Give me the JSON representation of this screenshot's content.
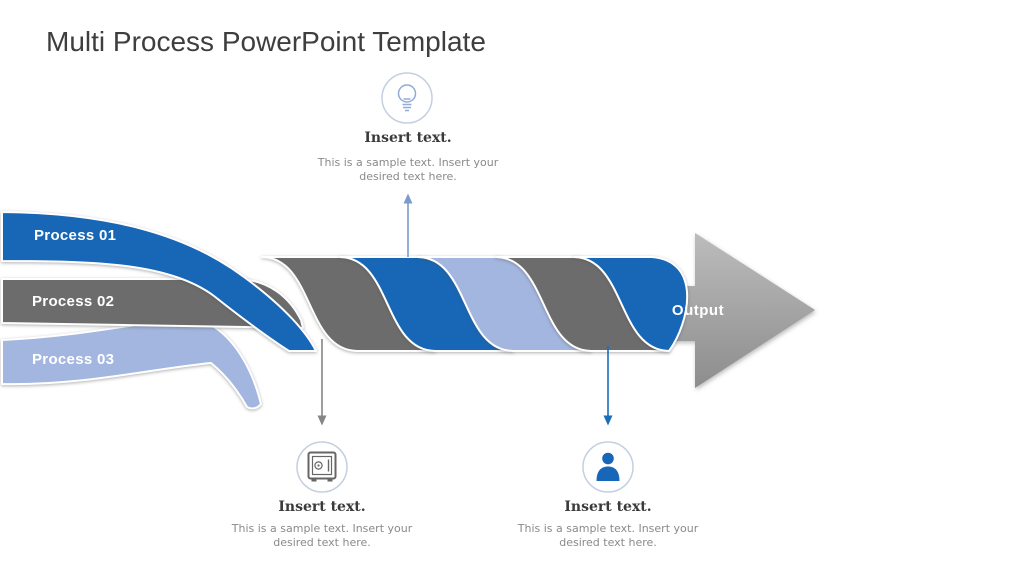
{
  "slide": {
    "title": "Multi Process PowerPoint Template"
  },
  "processes": [
    {
      "label": "Process 01",
      "color": "#1767b6"
    },
    {
      "label": "Process 02",
      "color": "#6c6c6c"
    },
    {
      "label": "Process 03",
      "color": "#a3b6e0"
    }
  ],
  "output": {
    "label": "Output",
    "arrow_color_top": "#bcbcbc",
    "arrow_color_bottom": "#8d8d8d"
  },
  "callouts": {
    "top": {
      "icon": "lightbulb-icon",
      "icon_color": "#94abd6",
      "connector_color": "#7b9bcb",
      "heading": "Insert text.",
      "body_lines": [
        "This is a sample text. Insert your",
        "desired text here."
      ]
    },
    "bottom_left": {
      "icon": "safe-icon",
      "icon_color": "#666666",
      "connector_color": "#858585",
      "heading": "Insert text.",
      "body_lines": [
        "This is a sample text. Insert your",
        "desired text here."
      ]
    },
    "bottom_right": {
      "icon": "person-icon",
      "icon_color": "#1766b8",
      "connector_color": "#1d6cb8",
      "heading": "Insert text.",
      "body_lines": [
        "This is a sample text. Insert your",
        "desired text here."
      ]
    }
  },
  "colors": {
    "title_text": "#3e3e3e",
    "heading_text": "#3a3a3a",
    "body_text": "#8a8a8a",
    "circle_border": "#c4cfdf",
    "background": "#ffffff"
  }
}
